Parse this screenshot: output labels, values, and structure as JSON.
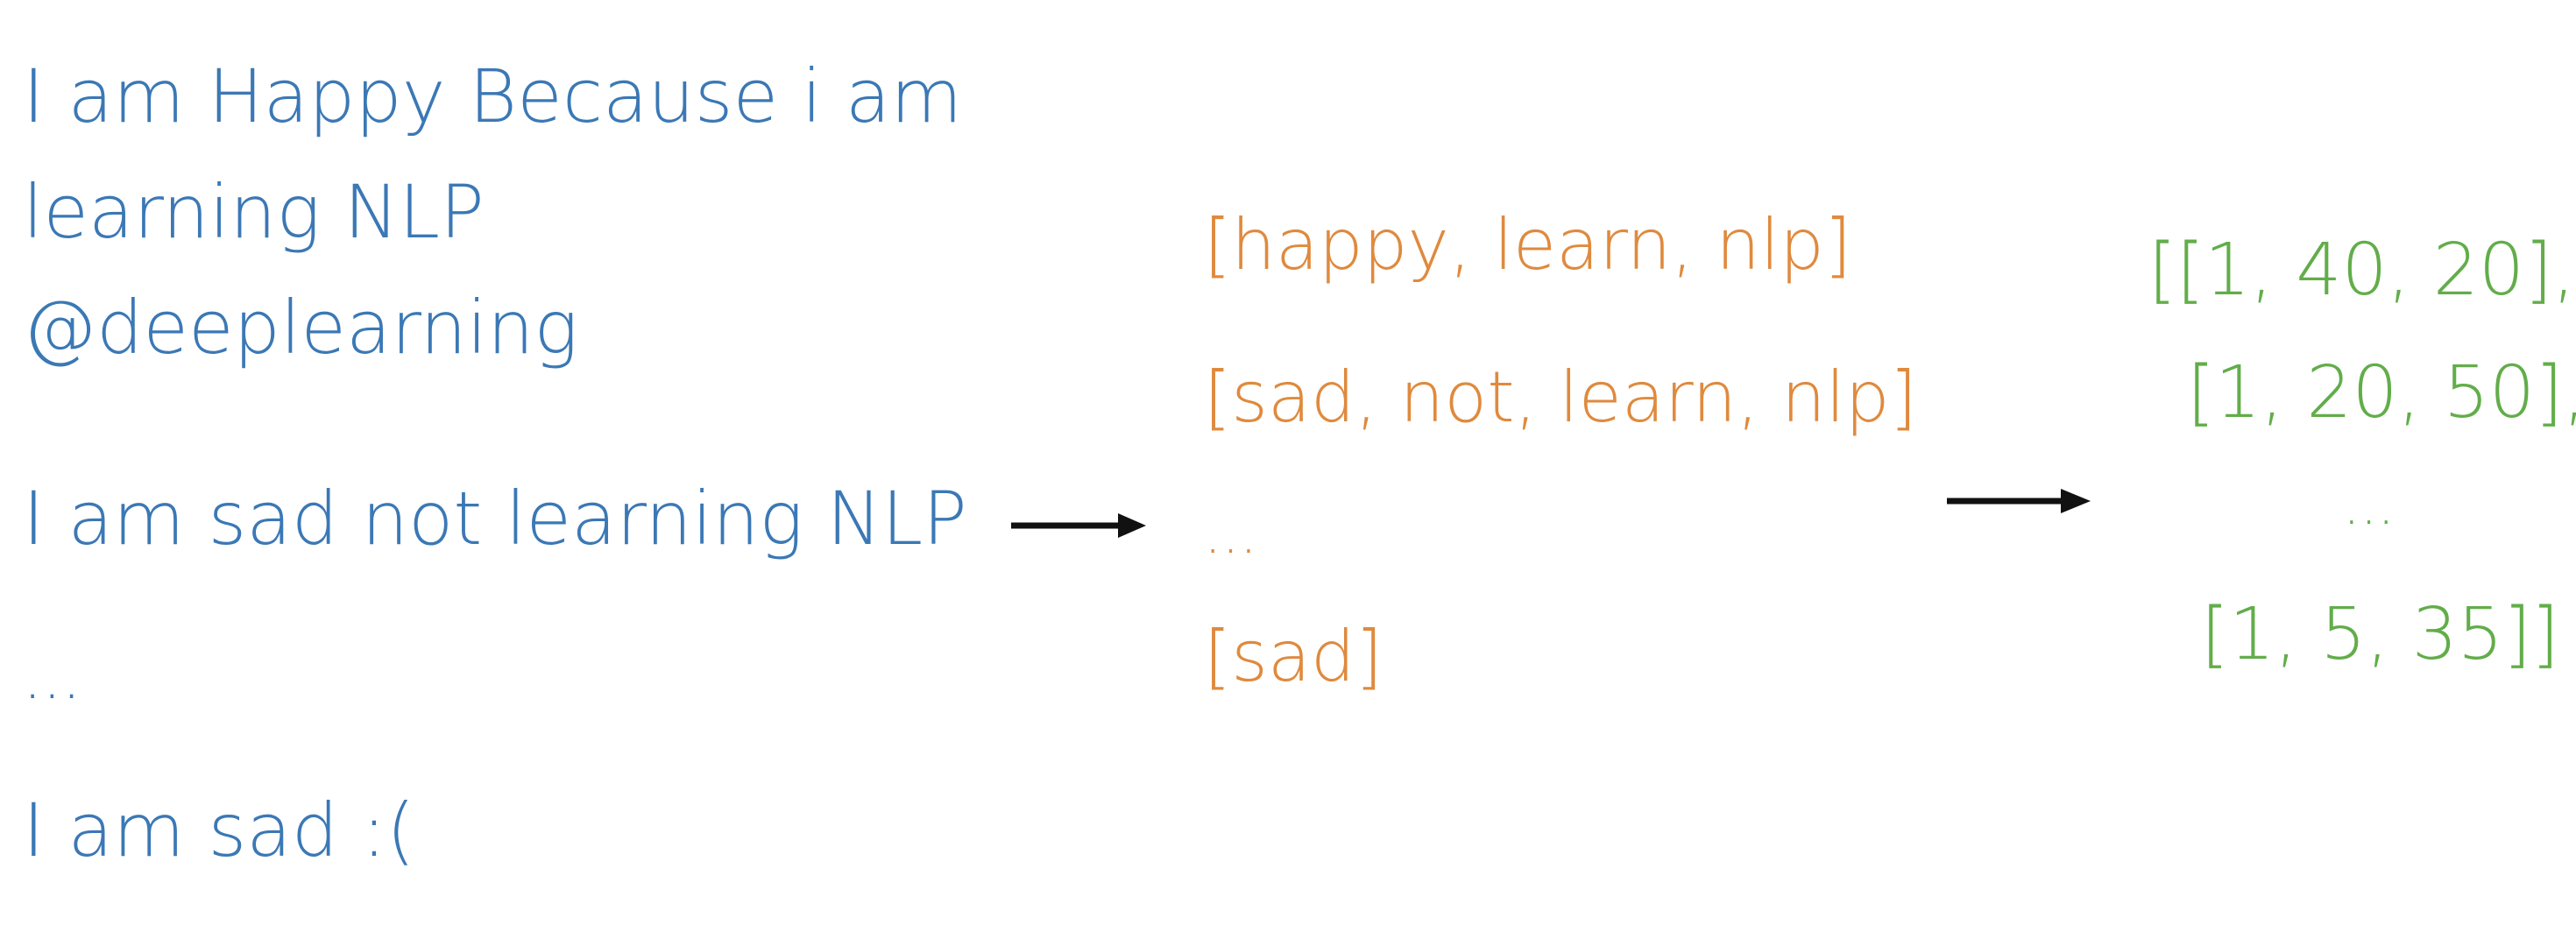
{
  "raw_tweets": [
    {
      "lines": [
        "I am Happy Because i am",
        "learning NLP",
        "@deeplearning"
      ]
    },
    {
      "lines": [
        "I am sad not learning NLP"
      ]
    },
    {
      "lines": [
        "..."
      ]
    },
    {
      "lines": [
        "I am sad :("
      ]
    }
  ],
  "preprocessed": [
    "[happy, learn, nlp]",
    "[sad, not, learn, nlp]",
    "...",
    "[sad]"
  ],
  "vectors": [
    "[[1, 40, 20],",
    "[1, 20, 50],",
    "...",
    "[1, 5, 35]]"
  ],
  "colors": {
    "raw_text": "#3b78b5",
    "preprocessed_text": "#df8a3e",
    "vector_text": "#62ad4a",
    "arrow": "#111111"
  },
  "icons": [
    "right-arrow-icon",
    "right-arrow-icon"
  ]
}
